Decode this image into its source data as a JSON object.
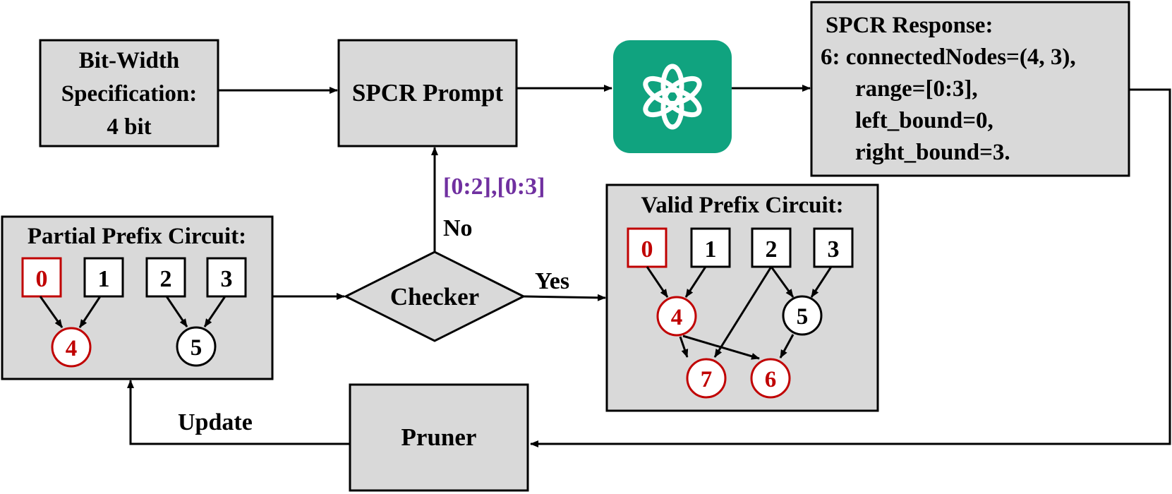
{
  "colors": {
    "box_fill": "#d9d9d9",
    "stroke": "#000000",
    "highlight_red": "#c00000",
    "range_purple": "#7030a0",
    "logo_green": "#10a37f"
  },
  "spec_box": {
    "lines": [
      "Bit-Width",
      "Specification:",
      "4 bit"
    ]
  },
  "prompt_box": {
    "label": "SPCR Prompt"
  },
  "llm": {
    "icon": "openai-logo-icon"
  },
  "response_box": {
    "lines": [
      "SPCR Response:",
      "6: connectedNodes=(4, 3),",
      "range=[0:3],",
      "left_bound=0,",
      "right_bound=3."
    ]
  },
  "checker": {
    "label": "Checker"
  },
  "edge_labels": {
    "no": "No",
    "yes": "Yes",
    "update": "Update",
    "ranges": "[0:2],[0:3]"
  },
  "pruner": {
    "label": "Pruner"
  },
  "partial_circuit": {
    "title": "Partial Prefix Circuit:",
    "inputs": [
      {
        "label": "0",
        "highlight": true
      },
      {
        "label": "1",
        "highlight": false
      },
      {
        "label": "2",
        "highlight": false
      },
      {
        "label": "3",
        "highlight": false
      }
    ],
    "nodes": [
      {
        "label": "4",
        "highlight": true
      },
      {
        "label": "5",
        "highlight": false
      }
    ]
  },
  "valid_circuit": {
    "title": "Valid Prefix Circuit:",
    "inputs": [
      {
        "label": "0",
        "highlight": true
      },
      {
        "label": "1",
        "highlight": false
      },
      {
        "label": "2",
        "highlight": false
      },
      {
        "label": "3",
        "highlight": false
      }
    ],
    "nodes": [
      {
        "label": "4",
        "highlight": true
      },
      {
        "label": "5",
        "highlight": false
      },
      {
        "label": "7",
        "highlight": true
      },
      {
        "label": "6",
        "highlight": true
      }
    ]
  }
}
